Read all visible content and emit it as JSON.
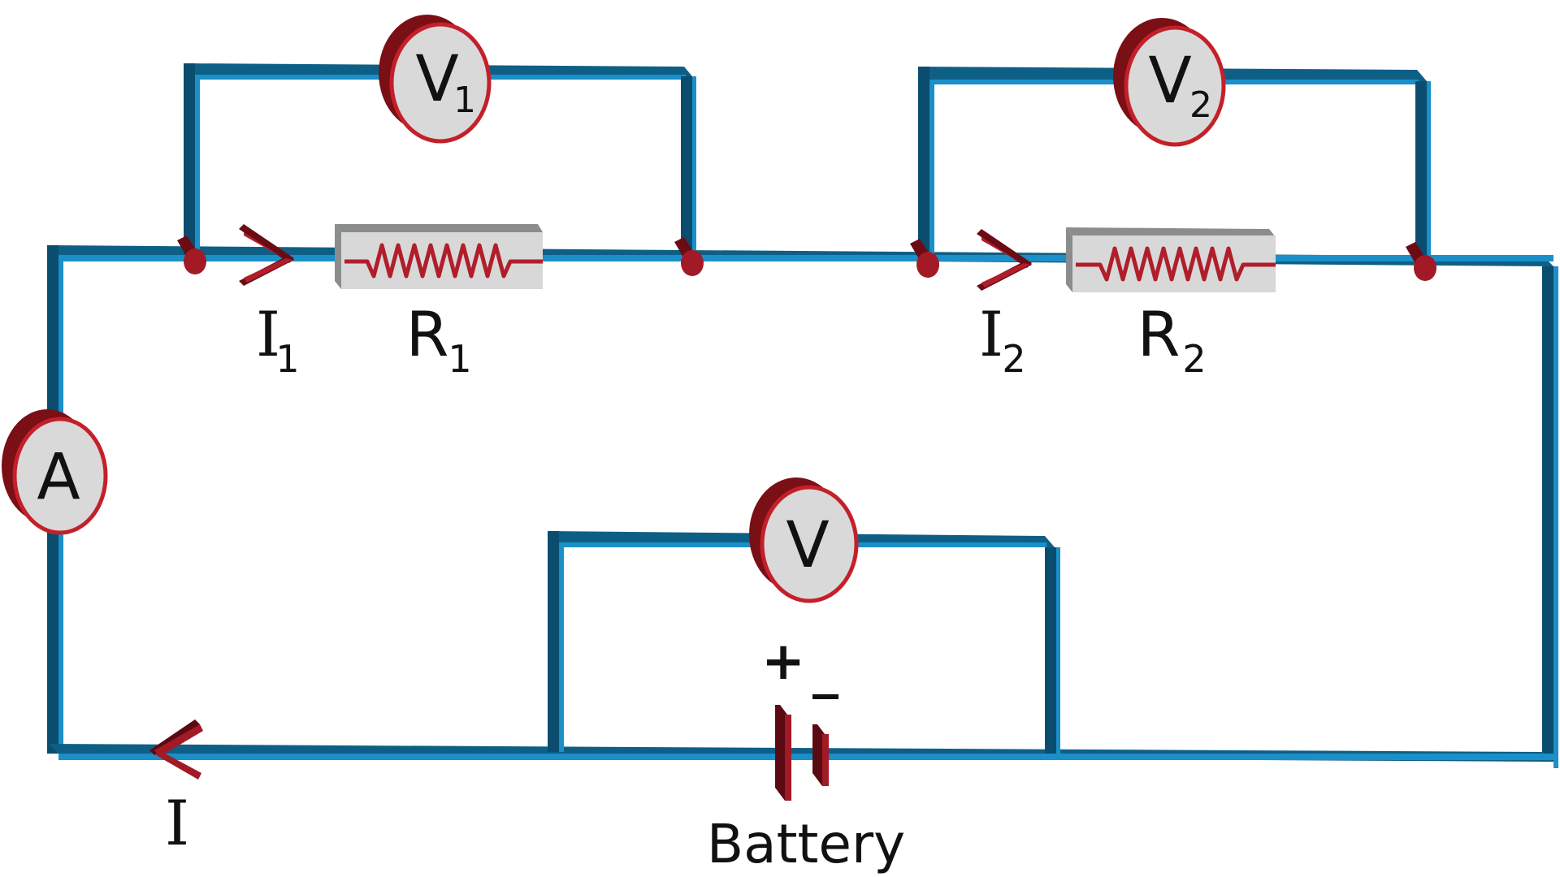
{
  "title": "Series circuit with ammeter and voltmeters",
  "colors": {
    "wire_top": "#0e5f86",
    "wire_face": "#1b8fc8",
    "wire_dark": "#0a4d6e",
    "meter_rim": "#c4202a",
    "meter_back": "#7a0f16",
    "meter_face": "#d9d9d9",
    "resistor_face": "#d8d8d8",
    "resistor_top": "#8a8c8e",
    "zigzag": "#b01e2a",
    "junction": "#a11a26",
    "text": "#111111"
  },
  "meters": {
    "ammeter": {
      "symbol": "A",
      "sub": ""
    },
    "voltmeter1": {
      "symbol": "V",
      "sub": "1"
    },
    "voltmeter2": {
      "symbol": "V",
      "sub": "2"
    },
    "voltmeter_battery": {
      "symbol": "V",
      "sub": ""
    }
  },
  "resistors": {
    "r1": {
      "symbol": "R",
      "sub": "1"
    },
    "r2": {
      "symbol": "R",
      "sub": "2"
    }
  },
  "currents": {
    "i1": {
      "symbol": "I",
      "sub": "1"
    },
    "i2": {
      "symbol": "I",
      "sub": "2"
    },
    "i_total": {
      "symbol": "I",
      "sub": ""
    }
  },
  "battery": {
    "label": "Battery",
    "plus": "+",
    "minus": "_"
  }
}
